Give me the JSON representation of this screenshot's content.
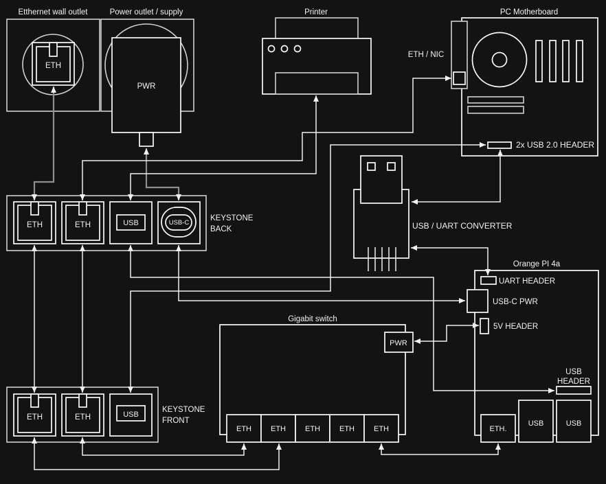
{
  "colors": {
    "bg": "#131313",
    "wire": "#f0f0f0",
    "wire_dim": "#8f8f8f",
    "box": "#d0d0d0",
    "bright": "#fbfbfb",
    "text": "#f2f2f2"
  },
  "wall_outlet": {
    "title": "Etthernet wall outlet",
    "port": "ETH"
  },
  "power_supply": {
    "title": "Power outlet / supply",
    "unit": "PWR"
  },
  "printer": {
    "title": "Printer"
  },
  "motherboard": {
    "title": "PC Motherboard",
    "nic": "ETH / NIC",
    "usb_header": "2x USB 2.0 HEADER"
  },
  "uart_converter": {
    "title": "USB / UART CONVERTER"
  },
  "orange_pi": {
    "title": "Orange PI 4a",
    "uart_header": "UART HEADER",
    "usbc_pwr": "USB-C PWR",
    "header_5v": "5V HEADER",
    "usb_header_l1": "USB",
    "usb_header_l2": "HEADER",
    "ports": [
      "ETH.",
      "USB",
      "USB"
    ]
  },
  "gigabit_switch": {
    "title": "Gigabit switch",
    "pwr": "PWR",
    "ports": [
      "ETH",
      "ETH",
      "ETH",
      "ETH",
      "ETH"
    ]
  },
  "keystone_back": {
    "title_l1": "KEYSTONE",
    "title_l2": "BACK",
    "ports": [
      "ETH",
      "ETH",
      "USB",
      "USB-C"
    ]
  },
  "keystone_front": {
    "title_l1": "KEYSTONE",
    "title_l2": "FRONT",
    "ports": [
      "ETH",
      "ETH",
      "USB"
    ]
  }
}
